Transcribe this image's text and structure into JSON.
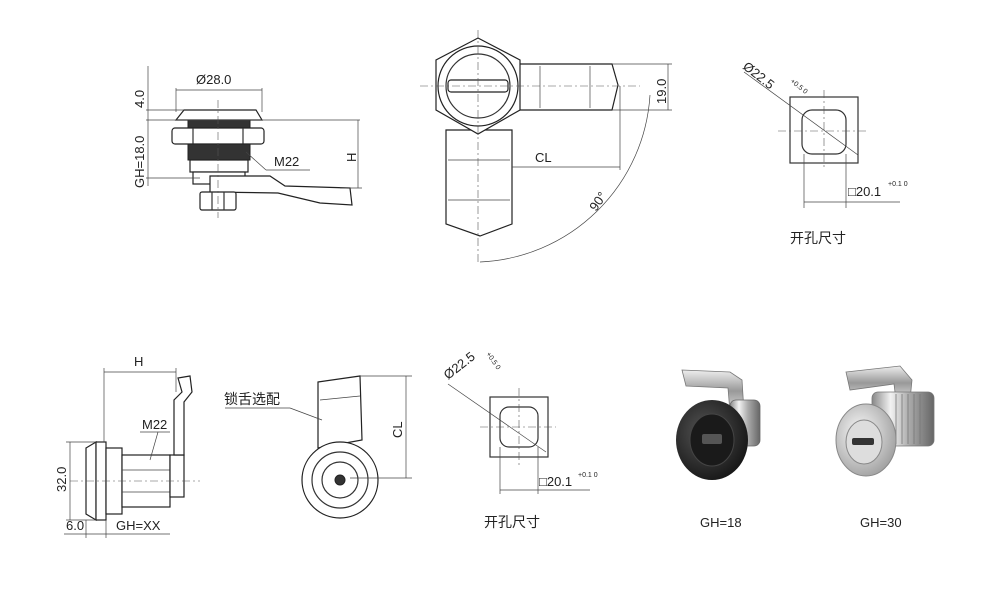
{
  "view_side_top": {
    "dim_diameter": "Ø28.0",
    "dim_flange": "4.0",
    "dim_gh": "GH=18.0",
    "dim_thread": "M22",
    "dim_h": "H"
  },
  "view_front_top": {
    "dim_cl": "CL",
    "dim_19": "19.0",
    "dim_angle": "90°"
  },
  "cutout_top": {
    "dim_circle": "Ø22.5",
    "dim_circle_tol": "+0.5 0",
    "dim_square": "□20.1",
    "dim_square_tol": "+0.1 0",
    "caption": "开孔尺寸"
  },
  "view_side_bottom": {
    "dim_h": "H",
    "dim_thread": "M22",
    "dim_32": "32.0",
    "dim_6": "6.0",
    "dim_gh": "GH=XX"
  },
  "view_front_bottom": {
    "label_tongue": "锁舌选配",
    "dim_cl": "CL"
  },
  "cutout_bottom": {
    "dim_circle": "Ø22.5",
    "dim_circle_tol": "+0.5 0",
    "dim_square": "□20.1",
    "dim_square_tol": "+0.1 0",
    "caption": "开孔尺寸"
  },
  "photos": [
    {
      "caption": "GH=18",
      "finish": "black"
    },
    {
      "caption": "GH=30",
      "finish": "chrome"
    }
  ]
}
